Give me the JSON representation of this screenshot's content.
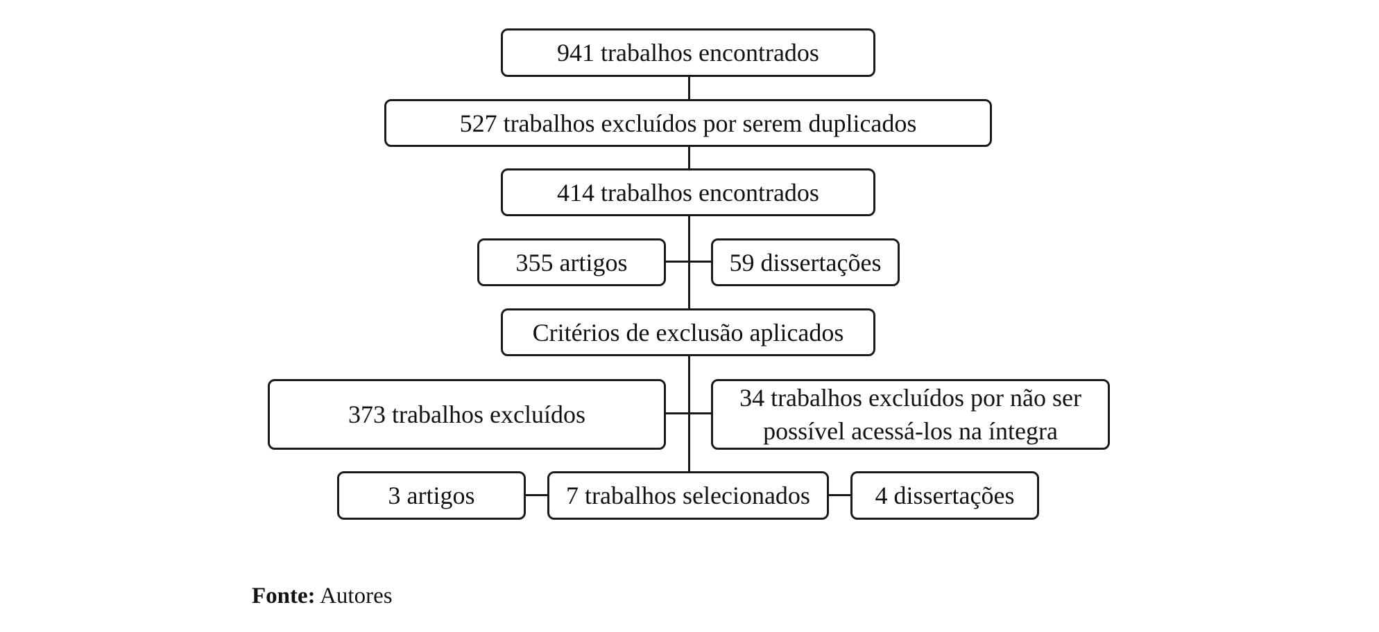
{
  "flowchart": {
    "found_initial": "941 trabalhos encontrados",
    "duplicates_excluded": "527 trabalhos excluídos por serem duplicados",
    "found_after": "414 trabalhos encontrados",
    "articles": "355 artigos",
    "dissertations": "59 dissertações",
    "criteria": "Critérios de exclusão aplicados",
    "excluded": "373 trabalhos excluídos",
    "not_accessible": "34 trabalhos excluídos por não ser possível acessá-los na íntegra",
    "selected_articles": "3 artigos",
    "selected": "7 trabalhos selecionados",
    "selected_dissertations": "4 dissertações"
  },
  "source": {
    "label": "Fonte:",
    "value": "Autores"
  },
  "colors": {
    "stroke": "#1a1a1a",
    "background": "#ffffff"
  }
}
